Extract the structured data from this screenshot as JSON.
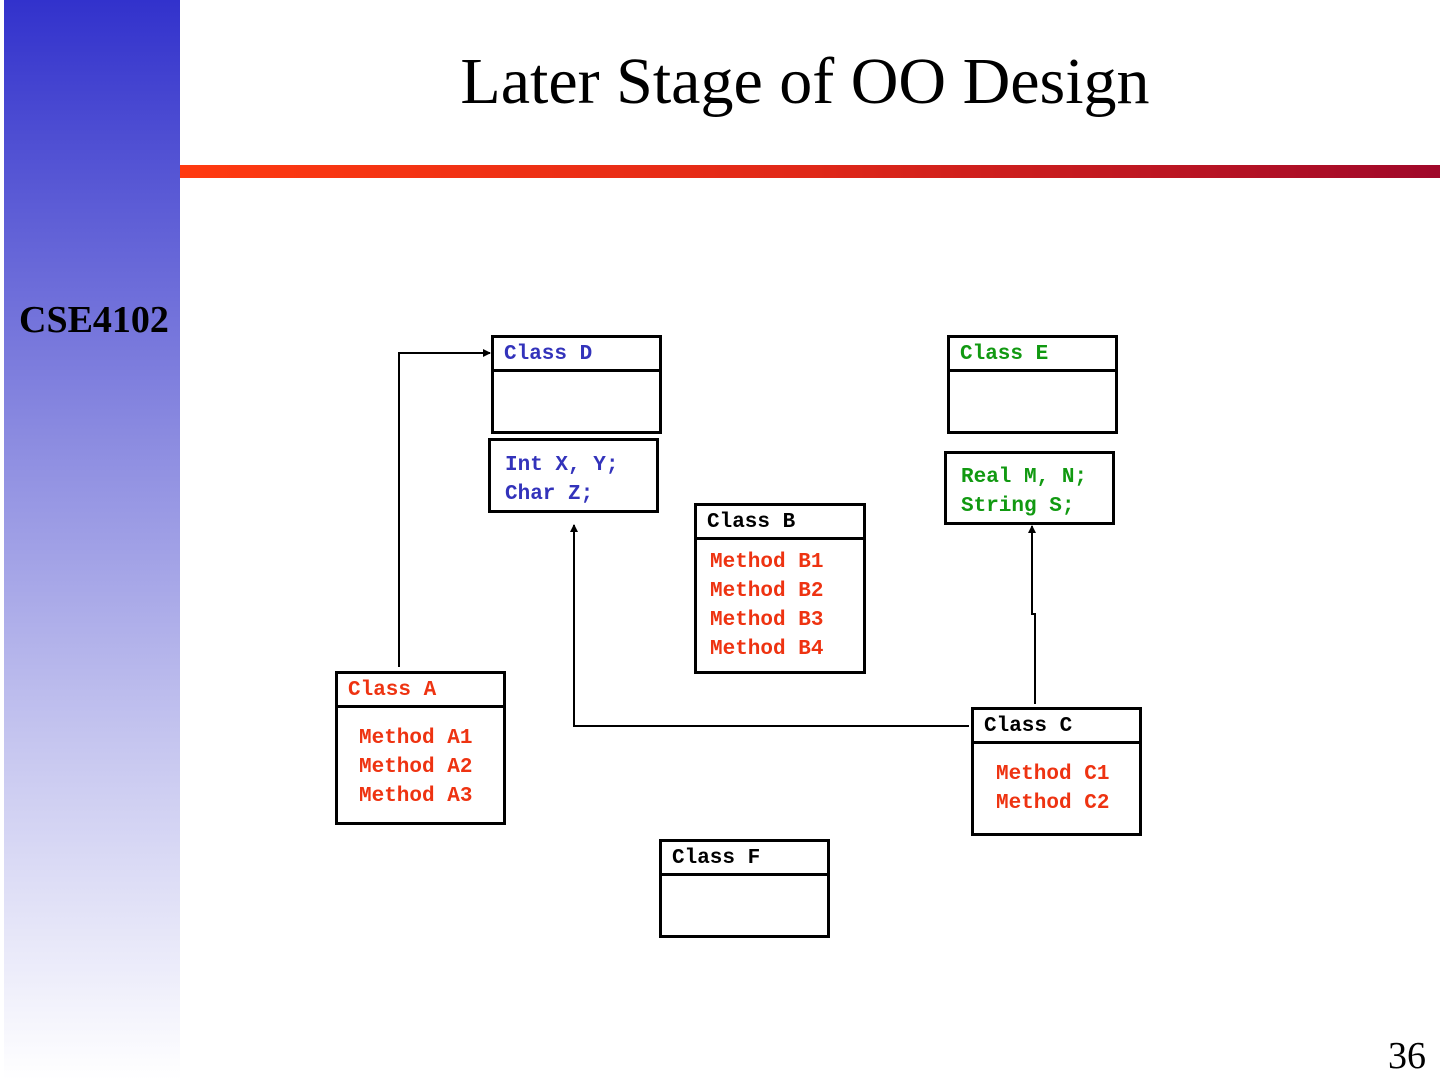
{
  "slide": {
    "title": "Later Stage of OO Design",
    "course": "CSE4102",
    "page_number": "36"
  },
  "colors": {
    "sidebar_top": "#3232cc",
    "rule_left": "#ff3a10",
    "rule_right": "#a0082a",
    "class_blue": "#3333bb",
    "class_green": "#119911",
    "method_red": "#ee3311"
  },
  "classes": {
    "d": {
      "name": "Class D",
      "attributes": [
        "Int X, Y;",
        "Char Z;"
      ]
    },
    "e": {
      "name": "Class E",
      "attributes": [
        "Real M, N;",
        "String S;"
      ]
    },
    "b": {
      "name": "Class B",
      "methods": [
        "Method B1",
        "Method B2",
        "Method B3",
        "Method B4"
      ]
    },
    "a": {
      "name": "Class A",
      "methods": [
        "Method A1",
        "Method A2",
        "Method A3"
      ]
    },
    "c": {
      "name": "Class C",
      "methods": [
        "Method C1",
        "Method C2"
      ]
    },
    "f": {
      "name": "Class F"
    }
  },
  "connections": [
    {
      "from": "Class A",
      "to": "Class D"
    },
    {
      "from": "Class C",
      "to": "Class D attributes"
    },
    {
      "from": "Class C",
      "to": "Class E attributes"
    }
  ]
}
